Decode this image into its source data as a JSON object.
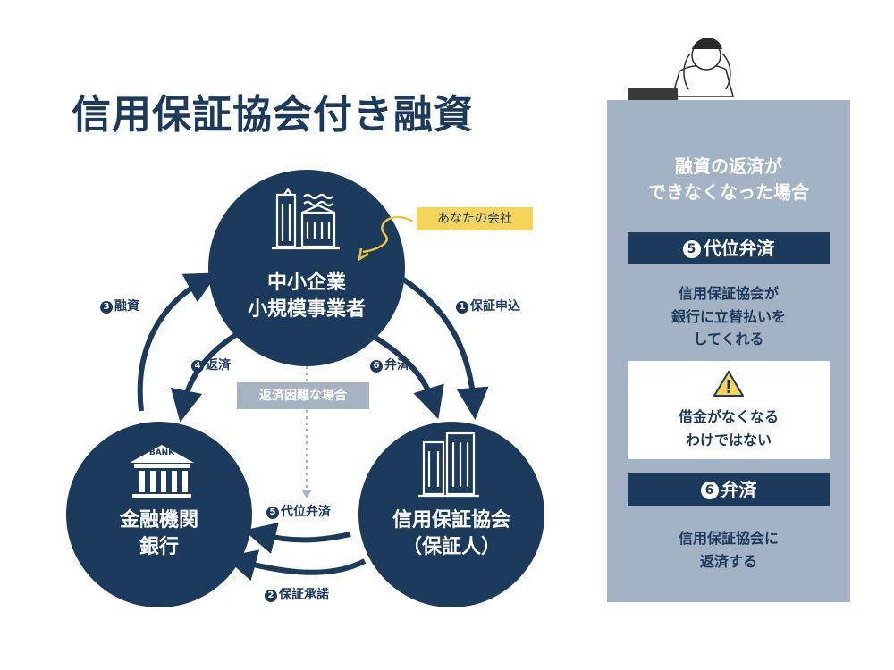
{
  "title": "信用保証協会付き融資",
  "nodes": {
    "company": {
      "line1": "中小企業",
      "line2": "小規模事業者"
    },
    "bank": {
      "line1": "金融機関",
      "line2": "銀行",
      "sign": "BANK"
    },
    "guarantor": {
      "line1": "信用保証協会",
      "line2": "（保証人）"
    }
  },
  "flows": {
    "loan": {
      "num": "3",
      "text": "融資"
    },
    "apply": {
      "num": "1",
      "text": "保証申込"
    },
    "repay": {
      "num": "4",
      "text": "返済"
    },
    "repay_guarantor": {
      "num": "6",
      "text": "弁済"
    },
    "subrogation": {
      "num": "5",
      "text": "代位弁済"
    },
    "approval": {
      "num": "2",
      "text": "保証承諾"
    }
  },
  "difficult_label": "返済困難な場合",
  "your_company_label": "あなたの会社",
  "panel": {
    "heading_line1": "融資の返済が",
    "heading_line2": "できなくなった場合",
    "step5": {
      "num": "5",
      "label": "代位弁済"
    },
    "step5_text": [
      "信用保証協会が",
      "銀行に立替払いを",
      "してくれる"
    ],
    "warning": [
      "借金がなくなる",
      "わけではない"
    ],
    "step6": {
      "num": "6",
      "label": "弁済"
    },
    "step6_text": [
      "信用保証協会に",
      "返済する"
    ]
  },
  "colors": {
    "navy": "#1b3a5c",
    "panel": "#a3b2c4",
    "yellow": "#f6d45a",
    "gray_label": "#a6b3c2"
  }
}
